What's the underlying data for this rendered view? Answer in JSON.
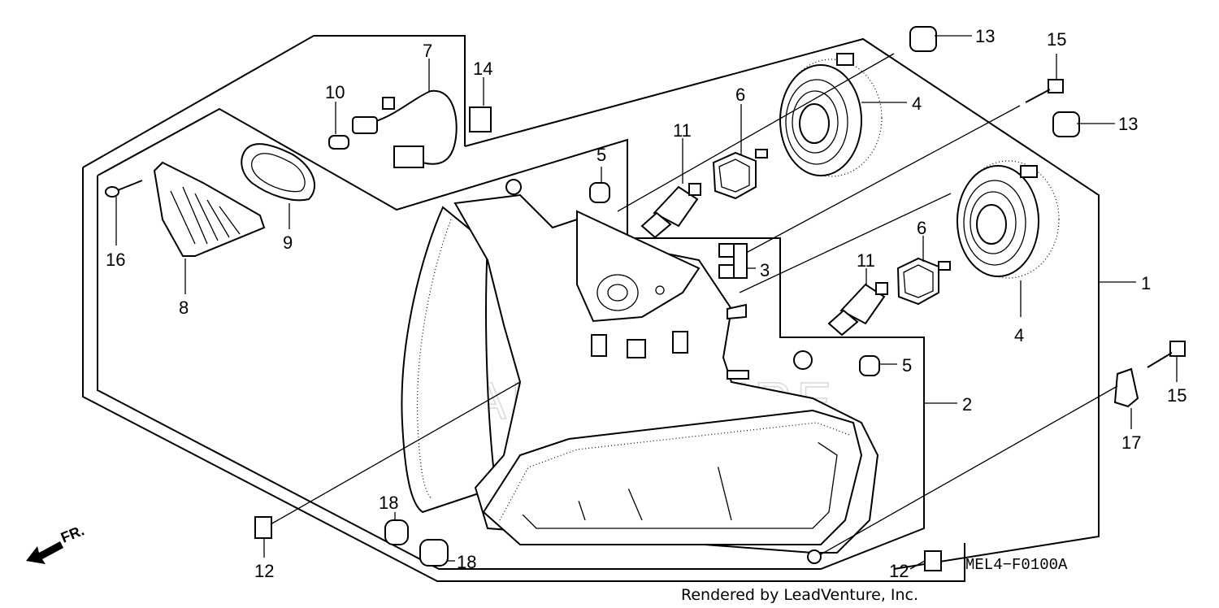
{
  "diagram": {
    "drawing_code": "MEL4−F0100A",
    "credit": "Rendered by LeadVenture, Inc.",
    "watermark": "LEADVENTURE",
    "front_marker": "FR.",
    "callouts": [
      {
        "id": "c1",
        "label": "1"
      },
      {
        "id": "c2",
        "label": "2"
      },
      {
        "id": "c3",
        "label": "3"
      },
      {
        "id": "c4a",
        "label": "4"
      },
      {
        "id": "c4b",
        "label": "4"
      },
      {
        "id": "c5a",
        "label": "5"
      },
      {
        "id": "c5b",
        "label": "5"
      },
      {
        "id": "c6a",
        "label": "6"
      },
      {
        "id": "c6b",
        "label": "6"
      },
      {
        "id": "c7",
        "label": "7"
      },
      {
        "id": "c8",
        "label": "8"
      },
      {
        "id": "c9",
        "label": "9"
      },
      {
        "id": "c10",
        "label": "10"
      },
      {
        "id": "c11a",
        "label": "11"
      },
      {
        "id": "c11b",
        "label": "11"
      },
      {
        "id": "c12a",
        "label": "12"
      },
      {
        "id": "c12b",
        "label": "12"
      },
      {
        "id": "c13a",
        "label": "13"
      },
      {
        "id": "c13b",
        "label": "13"
      },
      {
        "id": "c14",
        "label": "14"
      },
      {
        "id": "c15a",
        "label": "15"
      },
      {
        "id": "c15b",
        "label": "15"
      },
      {
        "id": "c16",
        "label": "16"
      },
      {
        "id": "c17",
        "label": "17"
      },
      {
        "id": "c18a",
        "label": "18"
      },
      {
        "id": "c18b",
        "label": "18"
      }
    ]
  }
}
